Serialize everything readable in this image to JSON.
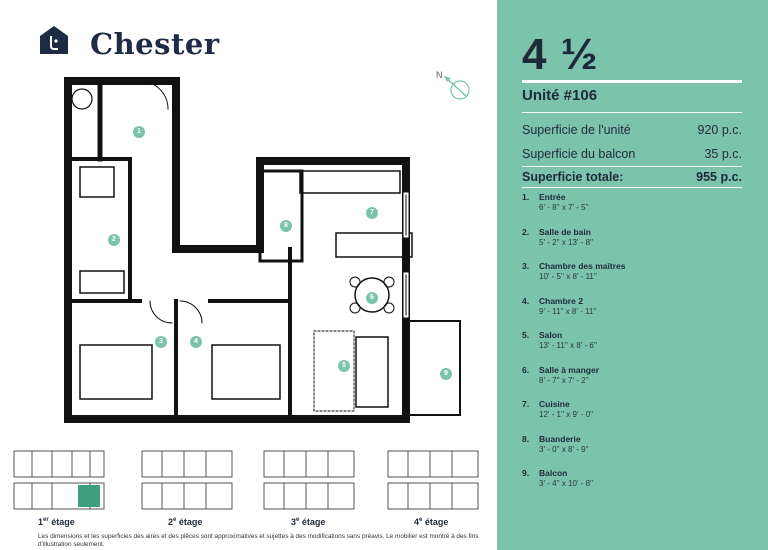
{
  "brand": {
    "name": "Chester"
  },
  "compass": {
    "label": "N"
  },
  "unit": {
    "title": "4 ½",
    "number": "Unité #106"
  },
  "stats": [
    {
      "label": "Superficie de l'unité",
      "value": "920 p.c."
    },
    {
      "label": "Superficie du balcon",
      "value": "35 p.c."
    },
    {
      "label": "Superficie totale:",
      "value": "955 p.c."
    }
  ],
  "rooms": [
    {
      "num": "1.",
      "name": "Entrée",
      "dim": "6' - 8'' x 7' - 5''"
    },
    {
      "num": "2.",
      "name": "Salle de bain",
      "dim": "5' - 2'' x 13' - 8''"
    },
    {
      "num": "3.",
      "name": "Chambre des maîtres",
      "dim": "10' - 5'' x 8' - 11''"
    },
    {
      "num": "4.",
      "name": "Chambre 2",
      "dim": "9' - 11'' x 8' - 11''"
    },
    {
      "num": "5.",
      "name": "Salon",
      "dim": "13' - 11'' x 8' - 6''"
    },
    {
      "num": "6.",
      "name": "Salle à manger",
      "dim": "8' - 7'' x 7' - 2''"
    },
    {
      "num": "7.",
      "name": "Cuisine",
      "dim": "12' - 1'' x 9' - 0''"
    },
    {
      "num": "8.",
      "name": "Buanderie",
      "dim": "3' - 0'' x 8' - 9''"
    },
    {
      "num": "9.",
      "name": "Balcon",
      "dim": "3' - 4'' x 10' - 8''"
    }
  ],
  "plan_badges": [
    "1",
    "2",
    "3",
    "4",
    "5",
    "6",
    "7",
    "8",
    "9"
  ],
  "floors": [
    {
      "num": "1",
      "sup": "er",
      "label": "étage"
    },
    {
      "num": "2",
      "sup": "e",
      "label": "étage"
    },
    {
      "num": "3",
      "sup": "e",
      "label": "étage"
    },
    {
      "num": "4",
      "sup": "e",
      "label": "étage"
    }
  ],
  "disclaimer": "Les dimensions et les superficies des aires et des pièces sont approximatives et sujettes à des modifications sans préavis. Le mobilier est montré à des fins d'illustration seulement.",
  "colors": {
    "accent": "#7cc3ab",
    "brand": "#1d2b44"
  }
}
